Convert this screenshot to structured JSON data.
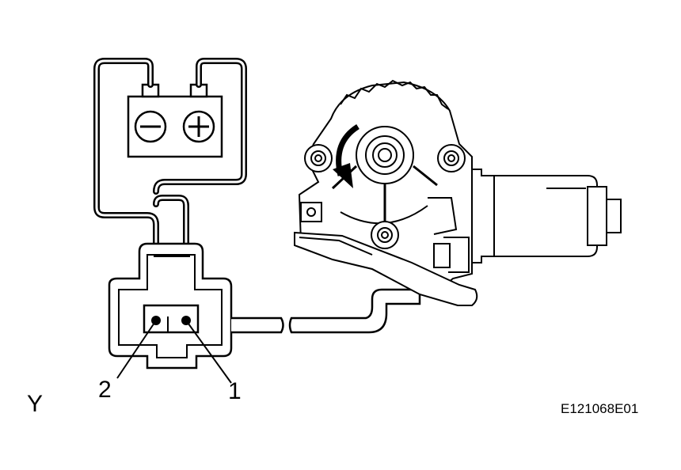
{
  "diagram": {
    "view_label": "Y",
    "figure_code": "E121068E01",
    "terminals": {
      "pin_2": "2",
      "pin_1": "1"
    },
    "battery": {
      "negative_symbol": "−",
      "positive_symbol": "+"
    },
    "rotation_arrow": "counterclockwise"
  },
  "colors": {
    "line": "#000000",
    "background": "#ffffff"
  }
}
